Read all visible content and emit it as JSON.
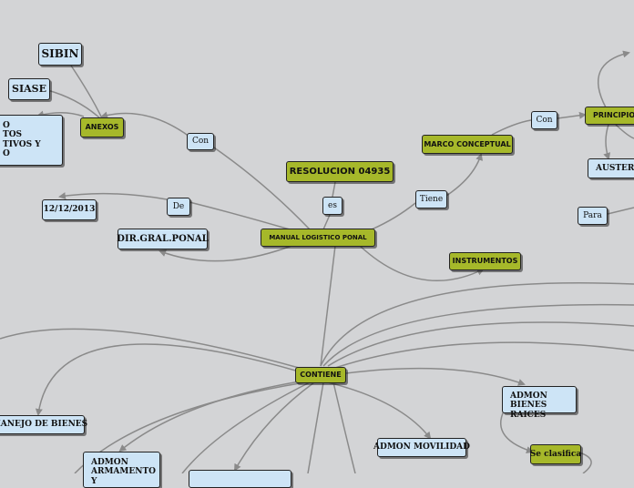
{
  "nodes": {
    "sibin": "SIBIN",
    "siase": "SIASE",
    "anexos": "ANEXOS",
    "anexos_text": "O\nTOS\nTIVOS Y\nO",
    "con_left": "Con",
    "resolucion": "RESOLUCION 04935",
    "es": "es",
    "fecha": "12/12/2013",
    "de": "De",
    "dir_gral": "DIR.GRAL.PONAL",
    "manual": "MANUAL LOGISTICO PONAL",
    "tiene": "Tiene",
    "marco": "MARCO CONCEPTUAL",
    "con_right": "Con",
    "principios": "PRINCIPIOS",
    "austeridad": "AUSTERIDAD",
    "para": "Para",
    "instrumentos": "INSTRUMENTOS",
    "contiene": "CONTIENE",
    "manejo": "MANEJO DE BIENES",
    "admon_armamento": "ADMON\nARMAMENTO Y",
    "admon_movilidad": "ADMON MOVILIDAD",
    "admon_bienes": "ADMON BIENES\nRAICES",
    "se_clasifica": "Se clasifica"
  },
  "colors": {
    "background": "#d3d4d6",
    "node_blue": "#cde4f6",
    "node_green": "#a6b82a",
    "link": "#8a8a8a"
  }
}
